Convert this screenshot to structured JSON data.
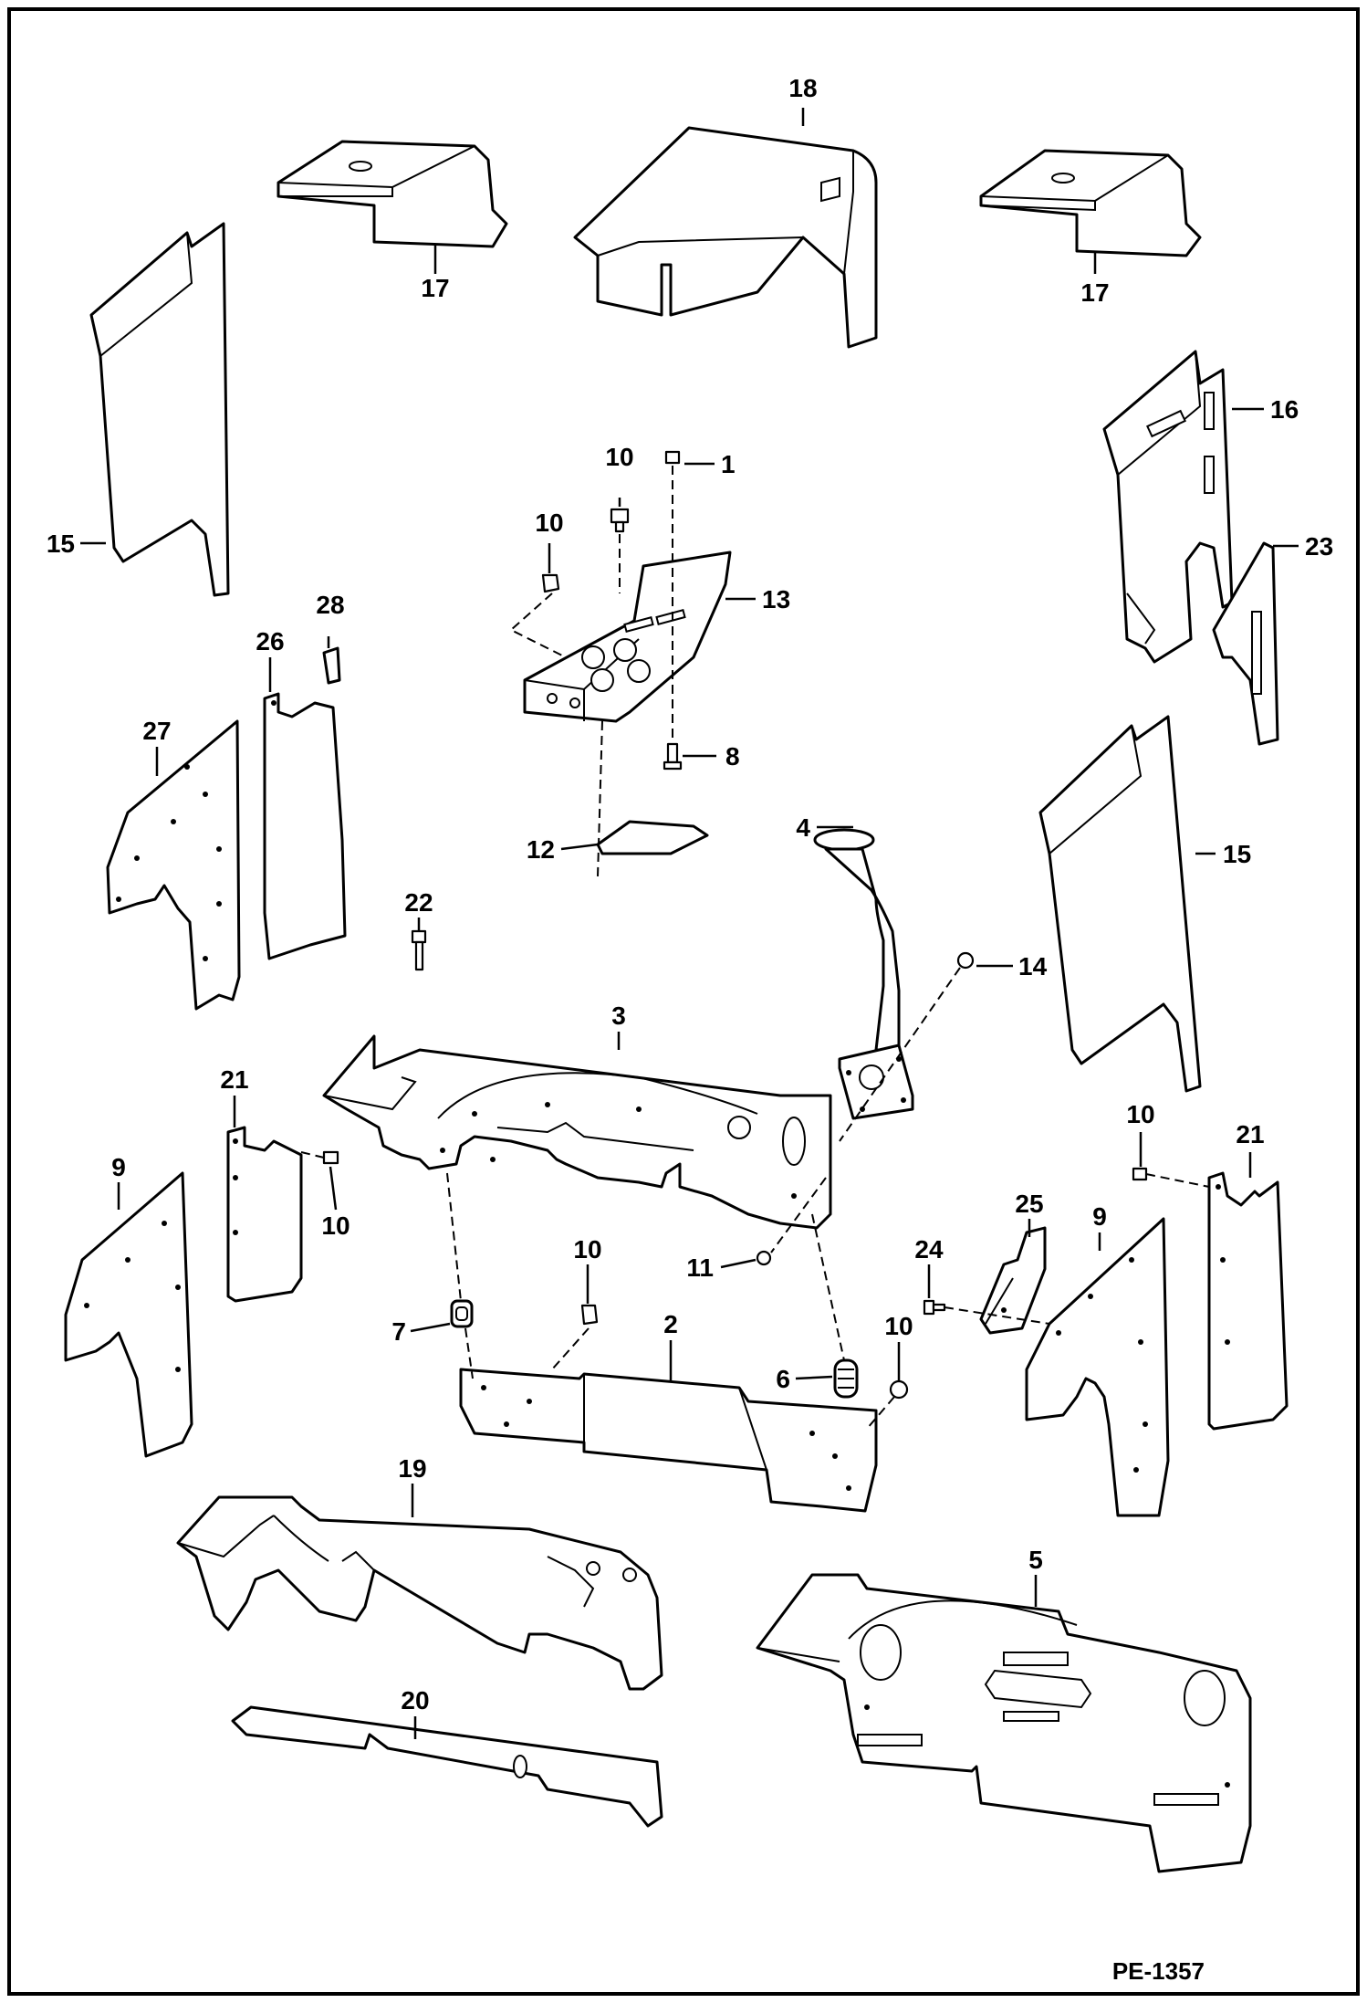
{
  "reference": "PE-1357",
  "callouts": {
    "c1": "1",
    "c2": "2",
    "c3": "3",
    "c4": "4",
    "c5": "5",
    "c6": "6",
    "c7": "7",
    "c8": "8",
    "c9a": "9",
    "c9b": "9",
    "c10a": "10",
    "c10b": "10",
    "c10c": "10",
    "c10d": "10",
    "c10e": "10",
    "c10f": "10",
    "c11": "11",
    "c12": "12",
    "c13": "13",
    "c14": "14",
    "c15a": "15",
    "c15b": "15",
    "c16": "16",
    "c17a": "17",
    "c17b": "17",
    "c18": "18",
    "c19": "19",
    "c20": "20",
    "c21a": "21",
    "c21b": "21",
    "c22": "22",
    "c23": "23",
    "c24": "24",
    "c25": "25",
    "c26": "26",
    "c27": "27",
    "c28": "28"
  }
}
